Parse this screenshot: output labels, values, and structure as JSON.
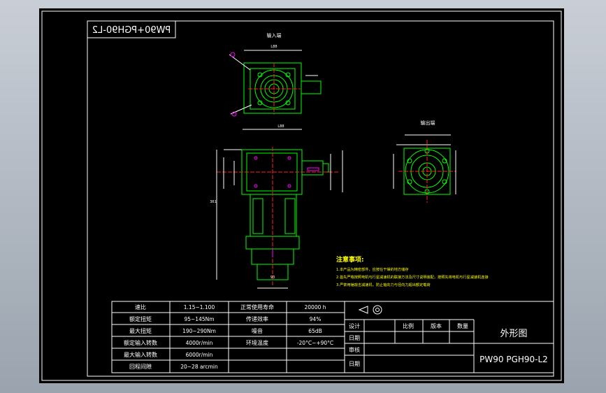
{
  "colors": {
    "background": "#000000",
    "frame": "#ffffff",
    "geometry": "#00ff00",
    "centerline": "#ff2020",
    "dimension": "#ffffff",
    "notes": "#ffff00",
    "accent": "#ff00ff"
  },
  "title_flag": "PW90+PGH90-L2",
  "views": {
    "input_view_title": "输入端",
    "output_view_title": "输出端",
    "top_dim": "L88",
    "side_dim": "L88",
    "side_height_dim": "361",
    "bottom_dim": "93"
  },
  "notes": {
    "title": "注意事项:",
    "lines": [
      "1.本产品为精密部件，应按在干燥的地方储存",
      "2.首先严格按照电机与行星减速机的联接方法及尺寸说明装配，按照先将电机与行星减速机连接",
      "3.严禁用锤敲击减速机，防止轴向力与径向力超出额定载荷"
    ]
  },
  "specs": {
    "rows": [
      {
        "label1": "速比",
        "value1": "1.15~1.100",
        "label2": "正常使用寿命",
        "value2": "20000 h"
      },
      {
        "label1": "额定扭矩",
        "value1": "95~145Nm",
        "label2": "传递效率",
        "value2": "94%"
      },
      {
        "label1": "最大扭矩",
        "value1": "190~290Nm",
        "label2": "噪音",
        "value2": "65dB"
      },
      {
        "label1": "额定输入转数",
        "value1": "4000r/min",
        "label2": "环境温度",
        "value2": "-20°C~+90°C"
      },
      {
        "label1": "最大输入转数",
        "value1": "6000r/min",
        "label2": "",
        "value2": ""
      },
      {
        "label1": "回程间隙",
        "value1": "20~28 arcmin",
        "label2": "",
        "value2": ""
      }
    ]
  },
  "title_block": {
    "design": "设计",
    "date1": "日期",
    "review": "审核",
    "date2": "日期",
    "scale": "比例",
    "version": "版本",
    "quantity": "数量",
    "drawing_name": "外形图",
    "model": "PW90 PGH90-L2",
    "projection_icon": "third-angle-projection-icon"
  }
}
